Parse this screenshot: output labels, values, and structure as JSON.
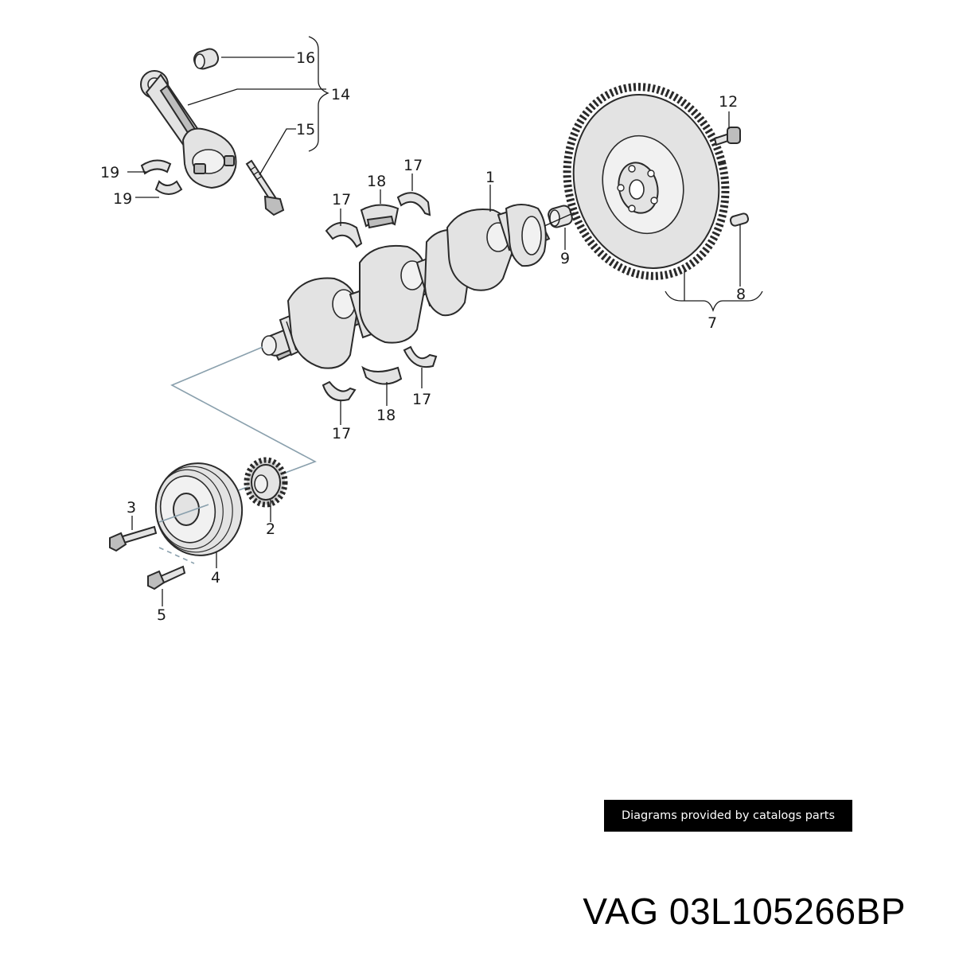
{
  "callouts": {
    "c1": "1",
    "c2": "2",
    "c3": "3",
    "c4": "4",
    "c5": "5",
    "c7": "7",
    "c8": "8",
    "c9": "9",
    "c12": "12",
    "c14": "14",
    "c15": "15",
    "c16": "16",
    "c17a": "17",
    "c17b": "17",
    "c17c": "17",
    "c17d": "17",
    "c18a": "18",
    "c18b": "18",
    "c19a": "19",
    "c19b": "19"
  },
  "credit": "Diagrams provided by catalogs parts",
  "part_number": "VAG 03L105266BP",
  "colors": {
    "badge_bg": "#000000",
    "badge_text": "#ffffff",
    "link_line": "#8aa0ad"
  }
}
